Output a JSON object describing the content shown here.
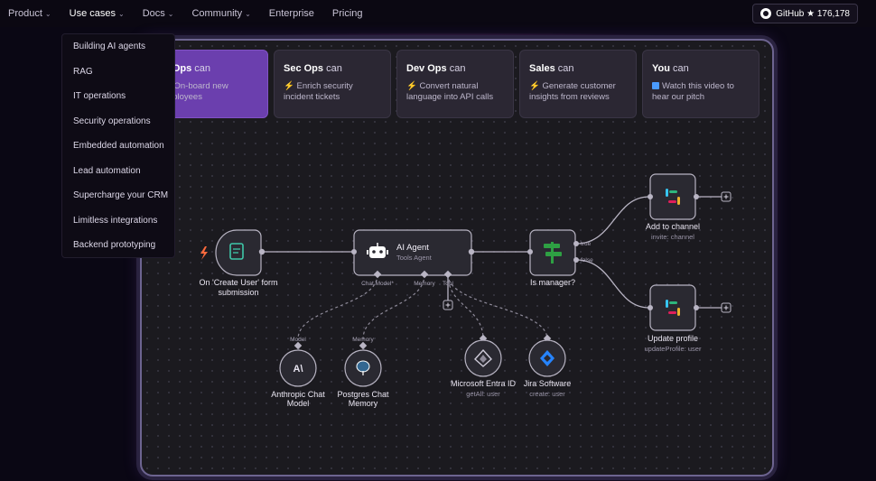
{
  "nav": {
    "items": [
      "Product",
      "Use cases",
      "Docs",
      "Community",
      "Enterprise",
      "Pricing"
    ],
    "has_chevron": [
      true,
      true,
      true,
      true,
      false,
      false
    ],
    "github": "GitHub ★ 176,178"
  },
  "dropdown": {
    "items": [
      "Building AI agents",
      "RAG",
      "IT operations",
      "Security operations",
      "Embedded automation",
      "Lead automation",
      "Supercharge your CRM",
      "Limitless integrations",
      "Backend prototyping"
    ]
  },
  "cards": [
    {
      "team": "IT Ops",
      "suffix": " can",
      "icon": "bolt",
      "desc1": "On-board new",
      "desc2": "employees"
    },
    {
      "team": "Sec Ops",
      "suffix": " can",
      "icon": "bolt",
      "desc1": "Enrich security",
      "desc2": "incident tickets"
    },
    {
      "team": "Dev Ops",
      "suffix": " can",
      "icon": "bolt",
      "desc1": "Convert natural",
      "desc2": "language into API calls"
    },
    {
      "team": "Sales",
      "suffix": " can",
      "icon": "bolt",
      "desc1": "Generate customer",
      "desc2": "insights from reviews"
    },
    {
      "team": "You",
      "suffix": " can",
      "icon": "play",
      "desc1": "Watch this video to",
      "desc2": "hear our pitch"
    }
  ],
  "workflow": {
    "trigger": {
      "label1": "On 'Create User' form",
      "label2": "submission",
      "icon": "form-icon"
    },
    "agent": {
      "title": "AI Agent",
      "subtitle": "Tools Agent",
      "port_chat": "Chat Model*",
      "port_memory": "Memory",
      "port_tool": "Tool"
    },
    "ifnode": {
      "label": "Is manager?",
      "true_label": "true",
      "false_label": "false"
    },
    "slack1": {
      "label": "Add to channel",
      "sub": "invite: channel"
    },
    "slack2": {
      "label": "Update profile",
      "sub": "updateProfile: user"
    },
    "anthropic": {
      "label1": "Anthropic Chat",
      "label2": "Model",
      "conn": "Model"
    },
    "postgres": {
      "label1": "Postgres Chat",
      "label2": "Memory",
      "conn": "Memory"
    },
    "entra": {
      "label": "Microsoft Entra ID",
      "sub": "getAll: user"
    },
    "jira": {
      "label": "Jira Software",
      "sub": "create: user"
    }
  },
  "colors": {
    "accent_purple": "#6b3fae",
    "panel_bg": "#1b1a1f",
    "bolt": "#f5b400",
    "trigger_bolt": "#ff6a3d",
    "if_green": "#2ea043"
  }
}
